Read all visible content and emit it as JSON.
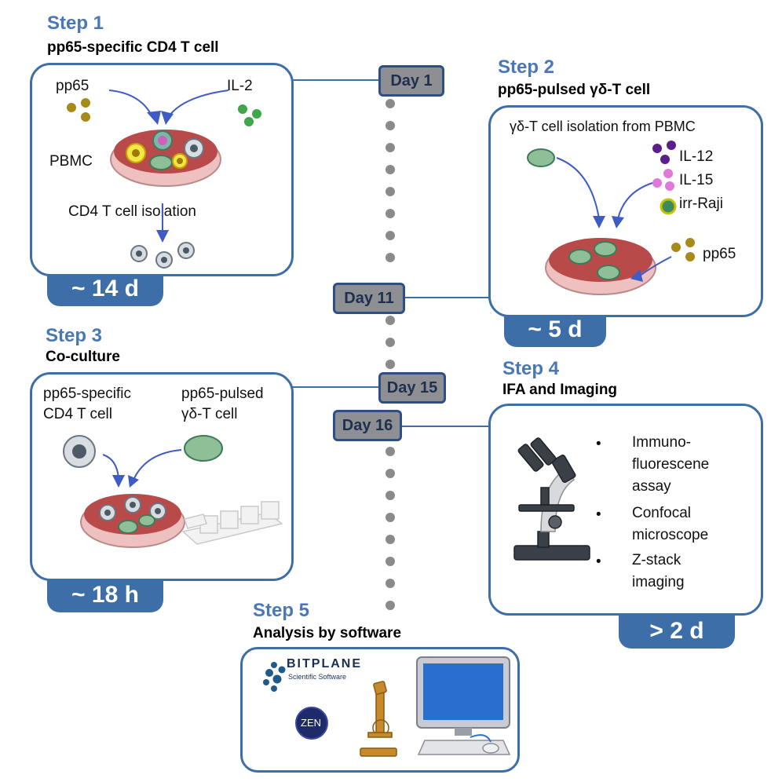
{
  "step1": {
    "title": "Step 1",
    "subtitle": "pp65-specific CD4 T cell",
    "pp65": "pp65",
    "il2": "IL-2",
    "pbmc": "PBMC",
    "isolation": "CD4 T cell  isolation",
    "duration": "~ 14 d"
  },
  "step2": {
    "title": "Step 2",
    "subtitle": "pp65-pulsed γδ-T cell",
    "isolation": "γδ-T cell isolation from PBMC",
    "il12": "IL-12",
    "il15": "IL-15",
    "raji": "irr-Raji",
    "pp65": "pp65",
    "duration": "~ 5 d"
  },
  "step3": {
    "title": "Step 3",
    "subtitle": "Co-culture",
    "left_line1": "pp65-specific",
    "left_line2": "CD4 T cell",
    "right_line1": "pp65-pulsed",
    "right_line2": "γδ-T cell",
    "duration": "~ 18 h"
  },
  "step4": {
    "title": "Step 4",
    "subtitle": "IFA and Imaging",
    "bullets": [
      [
        "Immuno-",
        "fluorescene",
        "assay"
      ],
      [
        "Confocal",
        "microscope"
      ],
      [
        "Z-stack",
        "imaging"
      ]
    ],
    "duration": "> 2 d"
  },
  "step5": {
    "title": "Step 5",
    "subtitle": "Analysis by software",
    "bitplane": "BITPLANE",
    "bitplane_sub": "Scientific Software",
    "zen": "ZEN"
  },
  "timeline": {
    "day1": "Day 1",
    "day11": "Day 11",
    "day15": "Day 15",
    "day16": "Day 16"
  },
  "colors": {
    "panel_border": "#3d6ea8",
    "step_title": "#4a78b5",
    "day_box": "#8d8f93",
    "arrow": "#3f5bc4",
    "dish_medium": "#b84a4a",
    "pp65_dot": "#a88a1a",
    "il2_dot": "#3fa64a",
    "il12_dot": "#5a1f8a",
    "il15_dot": "#e07ad8"
  }
}
